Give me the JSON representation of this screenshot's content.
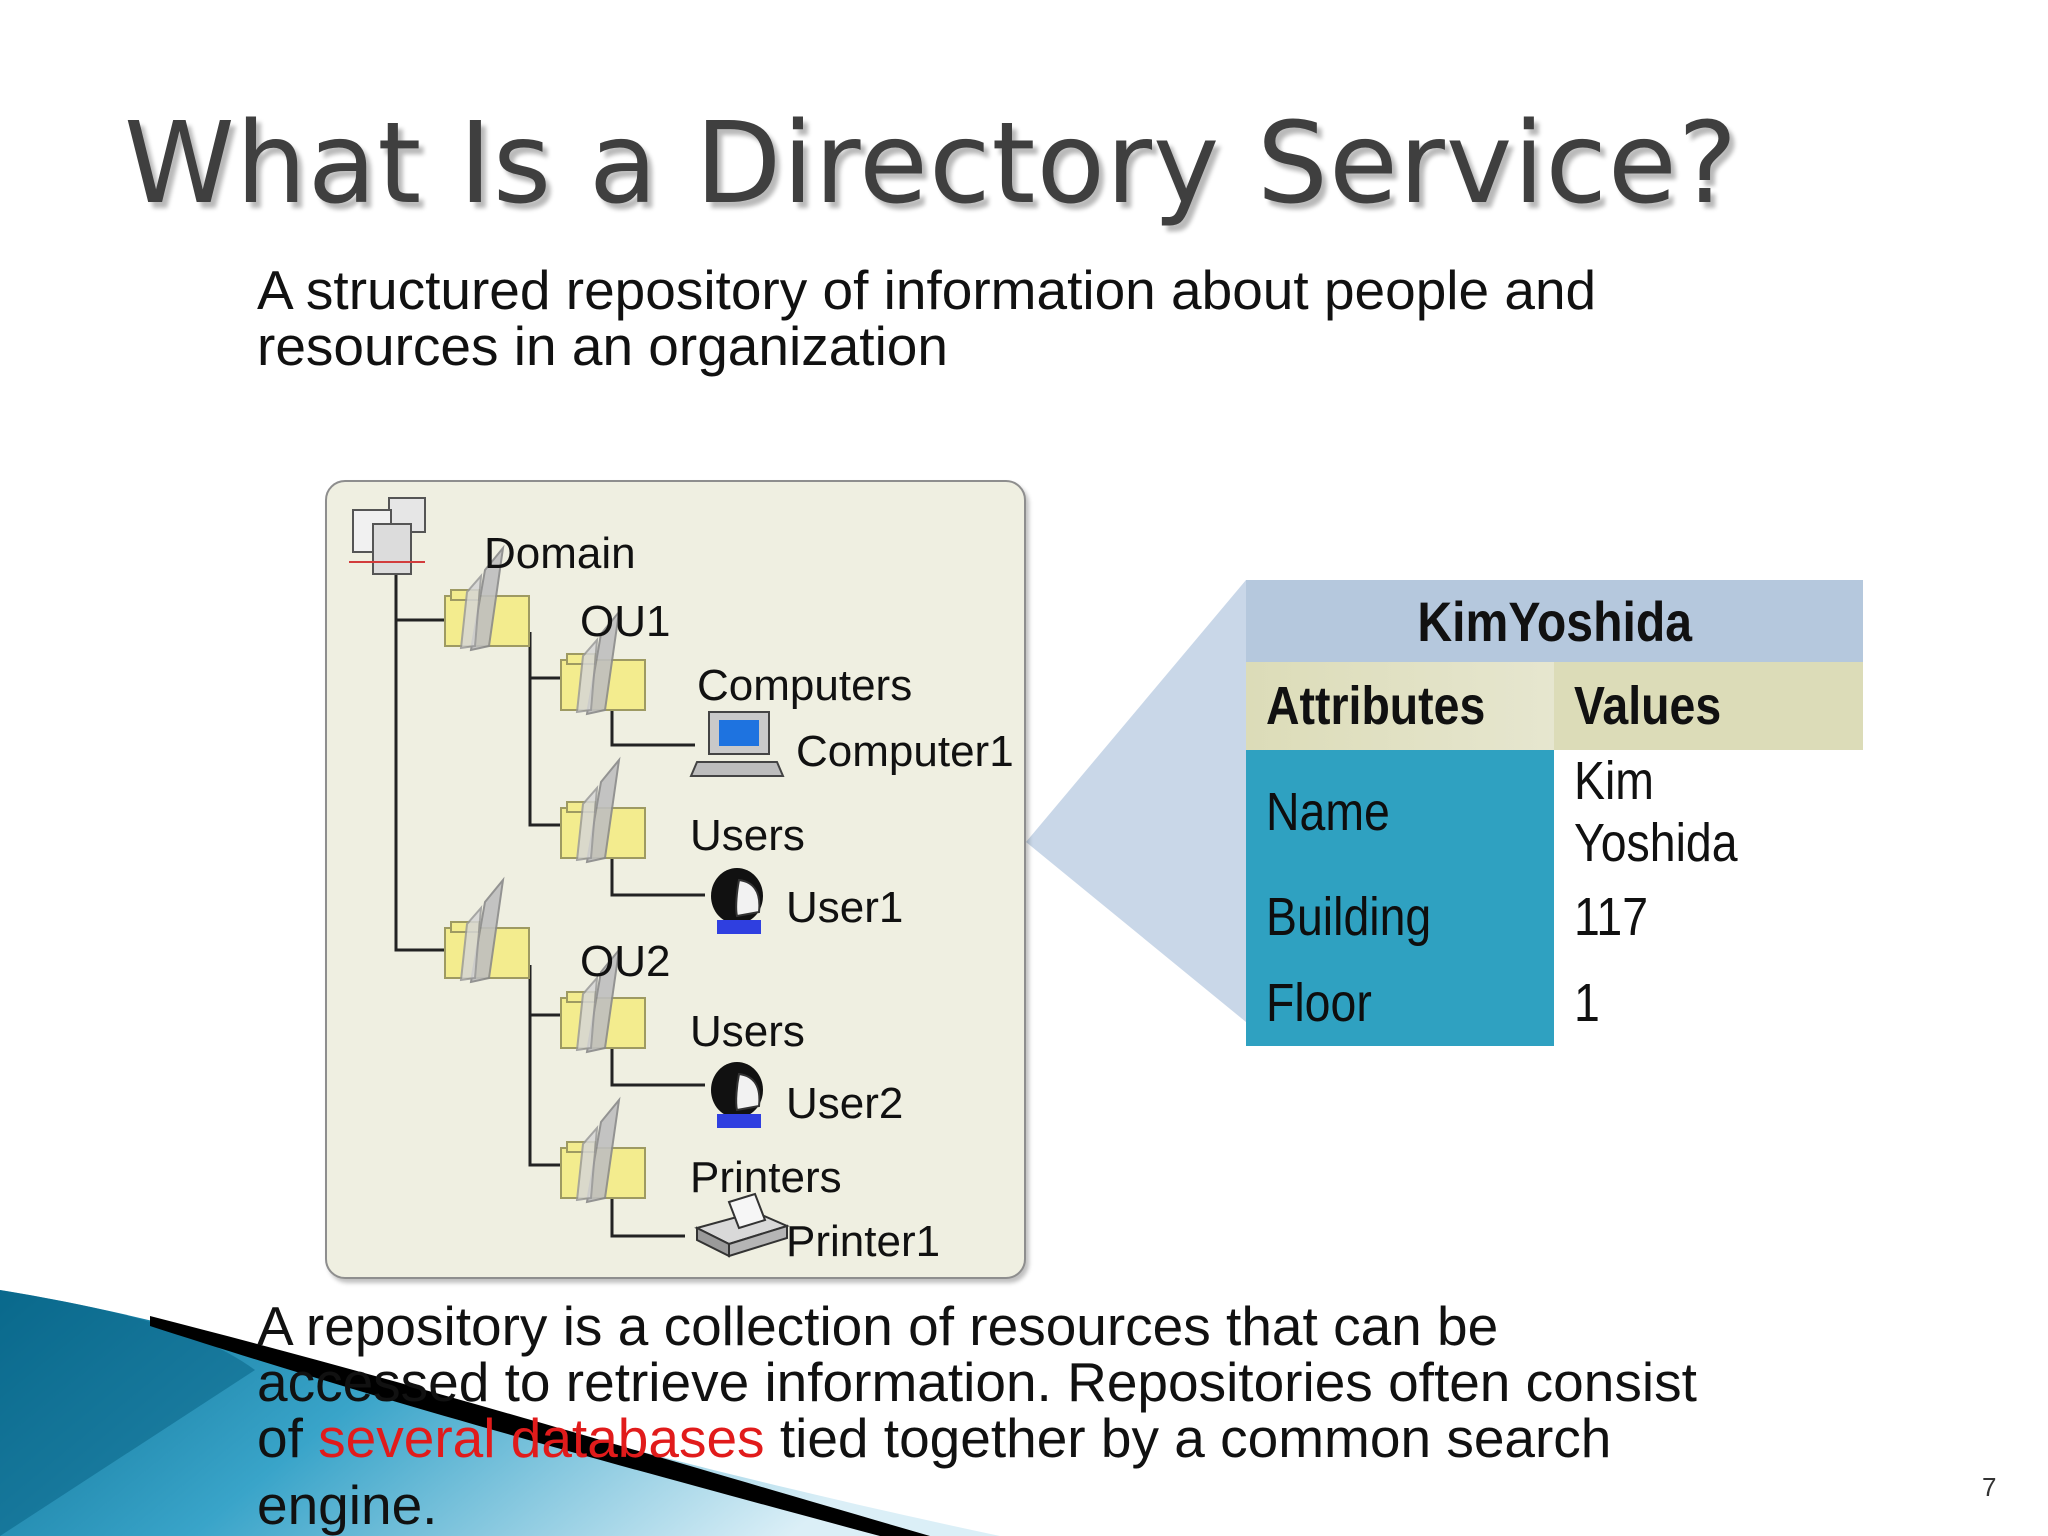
{
  "title": "What Is a Directory Service?",
  "intro": {
    "line1": "A structured repository of information about people and",
    "line2": "resources in an organization"
  },
  "tree": {
    "domain": "Domain",
    "ou1": "OU1",
    "computers": "Computers",
    "computer1": "Computer1",
    "users1": "Users",
    "user1": "User1",
    "ou2": "OU2",
    "users2": "Users",
    "user2": "User2",
    "printers": "Printers",
    "printer1": "Printer1"
  },
  "record": {
    "title": "KimYoshida",
    "headers": [
      "Attributes",
      "Values"
    ],
    "rows": [
      {
        "attribute": "Name",
        "value": "Kim Yoshida"
      },
      {
        "attribute": "Building",
        "value": "117"
      },
      {
        "attribute": "Floor",
        "value": "1"
      }
    ]
  },
  "definition": {
    "line1": "A repository is a collection of resources that can be",
    "line2": "accessed to retrieve information. Repositories often consist",
    "line3_pre": "of ",
    "line3_highlight": "several databases",
    "line3_post": " tied together by a common search",
    "line4": "engine."
  },
  "page_number": "7",
  "colors": {
    "highlight": "#e11b1b",
    "record_title_bg": "#b5c8dd",
    "header_bg": "#dcdcb8",
    "attribute_bg": "#2fa1c1",
    "panel_bg": "#efefe1",
    "folder": "#f3ec8e"
  },
  "icons": [
    "server-icon",
    "folder-icon",
    "computer-icon",
    "user-icon",
    "printer-icon"
  ]
}
